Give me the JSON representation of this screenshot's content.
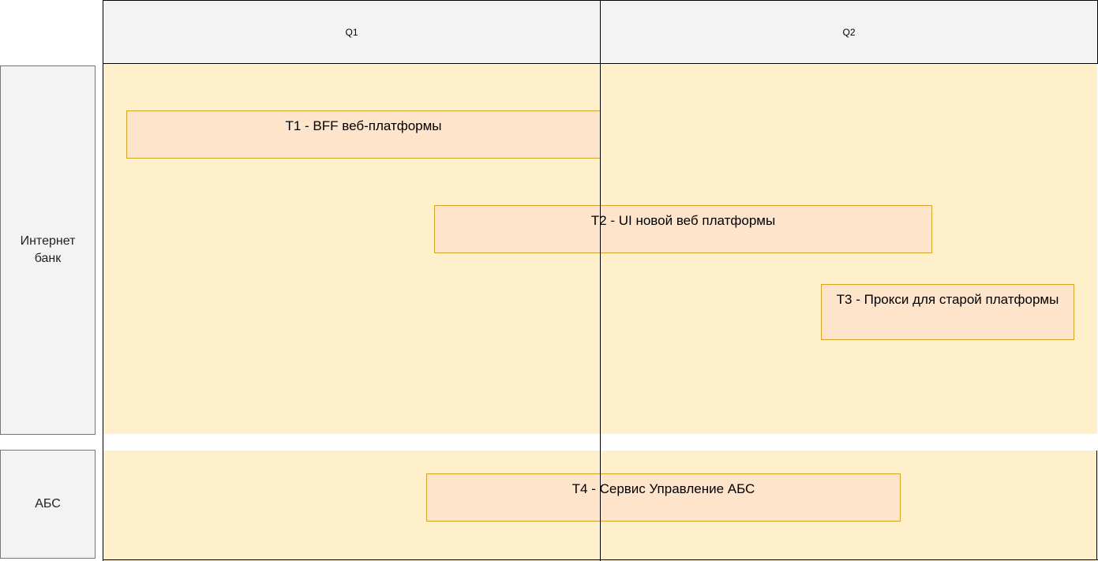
{
  "header": {
    "columns": [
      "Q1",
      "Q2"
    ]
  },
  "lanes": [
    {
      "label": "Интернет банк"
    },
    {
      "label": "АБС"
    }
  ],
  "tasks": [
    {
      "label": "T1  - BFF веб-платформы"
    },
    {
      "label": "T2  - UI новой веб платформы"
    },
    {
      "label": "T3  - Прокси  для старой платформы"
    },
    {
      "label": "T4 - Сервис Управление АБС"
    }
  ],
  "colors": {
    "lane_fill": "#fff0cc",
    "task_fill": "#ffe4cc",
    "task_border": "#d6a42a",
    "header_fill": "#f3f3f3"
  }
}
